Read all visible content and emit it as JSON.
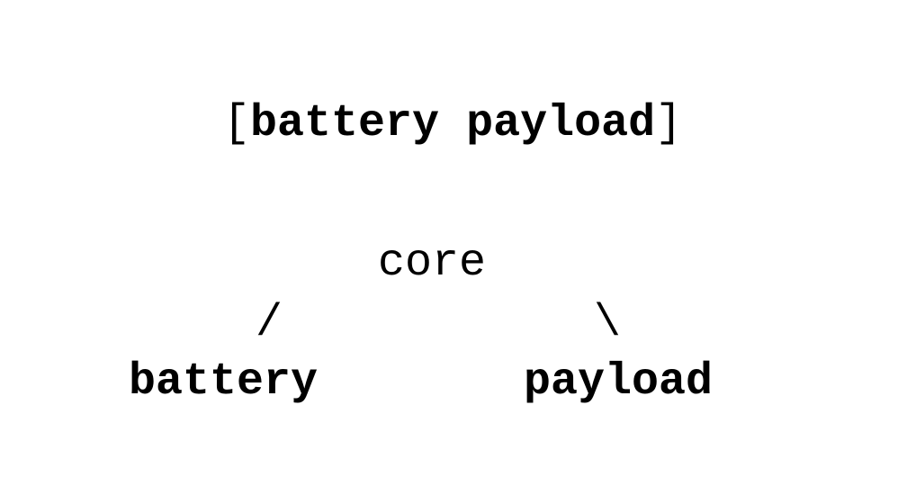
{
  "title": {
    "open_bracket": "[",
    "text": "battery payload",
    "close_bracket": "]"
  },
  "tree": {
    "root": "core",
    "left_edge": "/",
    "right_edge": "\\",
    "left_child": "battery",
    "right_child": "payload"
  }
}
